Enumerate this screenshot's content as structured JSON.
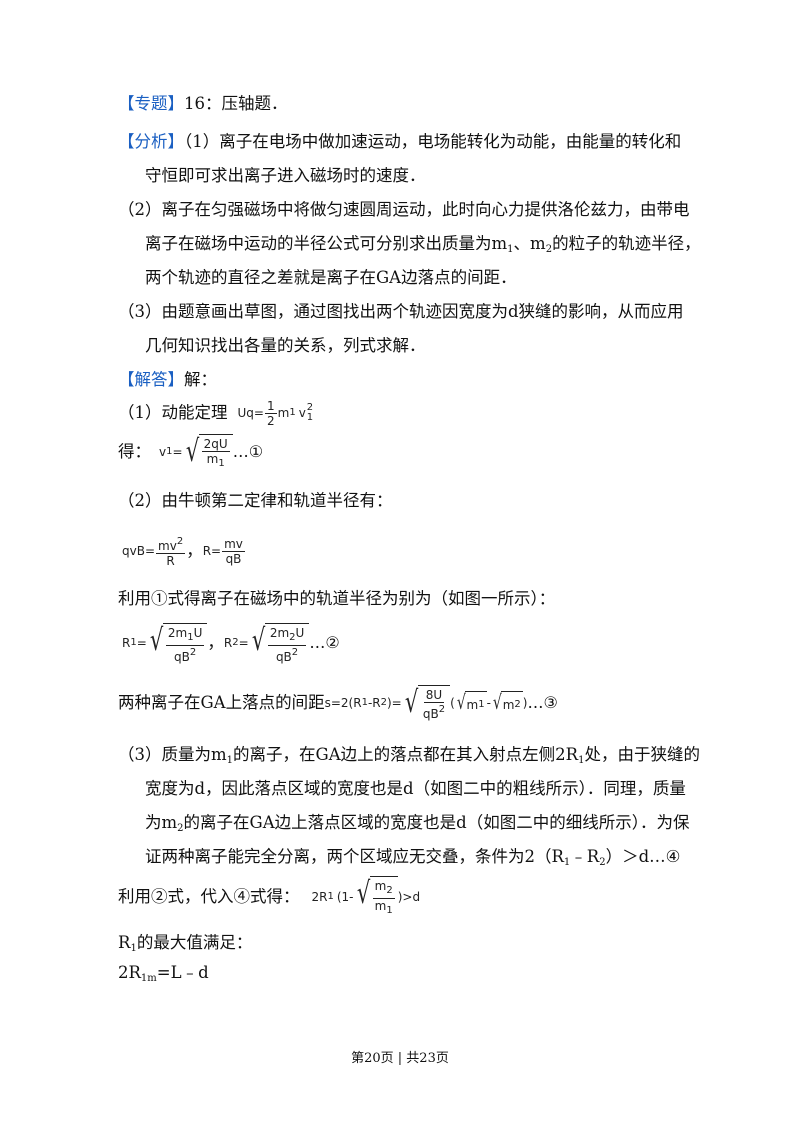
{
  "zhuanti": {
    "tag": "【专题】",
    "text": "16：压轴题．"
  },
  "fenxi": {
    "tag": "【分析】",
    "l1": "（1）离子在电场中做加速运动，电场能转化为动能，由能量的转化和",
    "l2": "守恒即可求出离子进入磁场时的速度．",
    "l3": "（2）离子在匀强磁场中将做匀速圆周运动，此时向心力提供洛伦兹力，由带电",
    "l4a": "离子在磁场中运动的半径公式可分别求出质量为m",
    "l4b": "、m",
    "l4c": "的粒子的轨迹半径，",
    "l5": "两个轨迹的直径之差就是离子在GA边落点的间距．",
    "l6": "（3）由题意画出草图，通过图找出两个轨迹因宽度为d狭缝的影响，从而应用",
    "l7": "几何知识找出各量的关系，列式求解．"
  },
  "jieda": {
    "tag": "【解答】",
    "text": "解：",
    "p1": "（1）动能定理",
    "de": "得：",
    "ellipsis1": "…①",
    "p2": "（2）由牛顿第二定律和轨道半径有：",
    "p3": "利用①式得离子在磁场中的轨道半径为别为（如图一所示）：",
    "ellipsis2": "…②",
    "p4": "两种离子在GA上落点的间距",
    "ellipsis3": "…③",
    "q1a": "（3）质量为m",
    "q1b": "的离子，在GA边上的落点都在其入射点左侧2R",
    "q1c": "处，由于狭缝的",
    "q2": "宽度为d，因此落点区域的宽度也是d（如图二中的粗线所示）．同理，质量",
    "q3a": "为m",
    "q3b": "的离子在GA边上落点区域的宽度也是d（如图二中的细线所示）．为保",
    "q4": "证两种离子能完全分离，两个区域应无交叠，条件为2（R",
    "q4b": "﹣R",
    "q4c": "）＞d…④",
    "p5": "利用②式，代入④式得：",
    "p6a": "R",
    "p6b": "的最大值满足：",
    "p7a": "2R",
    "p7b": "=L﹣d"
  },
  "math": {
    "uq": "Uq=",
    "half_num": "1",
    "half_den": "2",
    "mv1": "m",
    "v": "v",
    "v1": "v",
    "eq": "=",
    "two_qu": "2qU",
    "m1": "m",
    "sub1": "1",
    "sub2": "2",
    "sup2": "2",
    "qvb": "qvB=",
    "mv2": "mv",
    "r_den": "R",
    "comma": "，",
    "r_eq": "R=",
    "mv": "mv",
    "qb": "qB",
    "r1": "R",
    "two_m": "2m",
    "u": "U",
    "qb2": "qB",
    "r2": "R",
    "s_eq": "s=2(R",
    "minus_r": "-R",
    "close_eq": ")=",
    "eight_u": "8U",
    "open": "(",
    "minus": "-",
    "close": ")",
    "two_r1": "2R",
    "one_minus": "(1-",
    "gt_d": ")>d",
    "lm": "1m"
  },
  "footer": "第20页 | 共23页"
}
